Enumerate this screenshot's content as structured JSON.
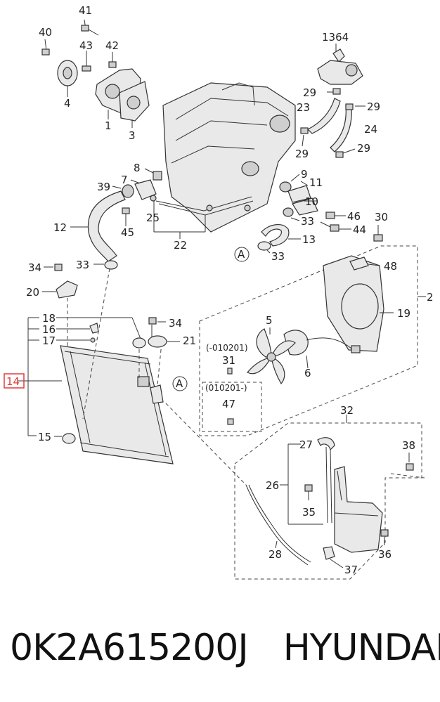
{
  "callouts": {
    "c41": "41",
    "c40": "40",
    "c43": "43",
    "c42": "42",
    "c4": "4",
    "c1": "1",
    "c3": "3",
    "c1364": "1364",
    "c29a": "29",
    "c29b": "29",
    "c29c": "29",
    "c29d": "29",
    "c23": "23",
    "c24": "24",
    "c8": "8",
    "c7": "7",
    "c39": "39",
    "c9": "9",
    "c11": "11",
    "c10": "10",
    "c46": "46",
    "c44": "44",
    "c30": "30",
    "c25": "25",
    "c45": "45",
    "c12": "12",
    "c22": "22",
    "c33a": "33",
    "c33b": "33",
    "c33c": "33",
    "c13": "13",
    "c34a": "34",
    "c48": "48",
    "c20": "20",
    "c2": "2",
    "c19": "19",
    "c18": "18",
    "c16": "16",
    "c34b": "34",
    "c5": "5",
    "c17": "17",
    "c21": "21",
    "c6": "6",
    "c14": "14",
    "c31": "31",
    "c47": "47",
    "c15": "15",
    "c32": "32",
    "c38": "38",
    "c27": "27",
    "c26": "26",
    "c35": "35",
    "c36": "36",
    "c28": "28",
    "c37": "37",
    "refA1": "A",
    "refA2": "A",
    "date_before": "(-010201)",
    "date_after": "(010201-)"
  },
  "caption": {
    "part_number": "0K2A615200J",
    "brand": "HYUNDAI"
  },
  "highlight_color": "#e23b3b"
}
